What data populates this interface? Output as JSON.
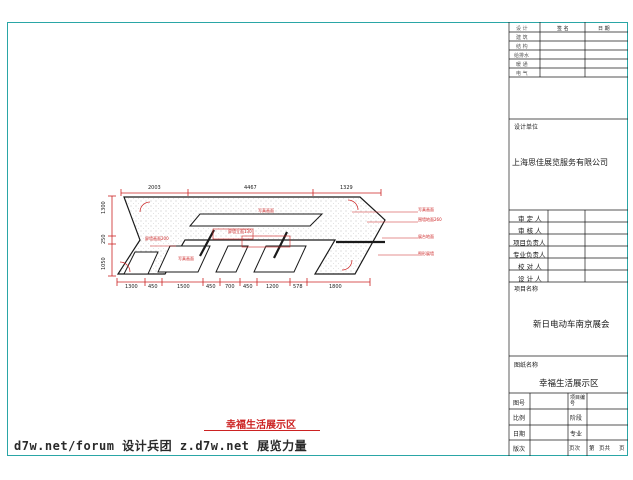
{
  "colors": {
    "frame": "#2aa6a6",
    "dim": "#cc2222",
    "plan": "#1a1a1a",
    "hatch": "#9a9a9a",
    "label": "#cc2222"
  },
  "dimensions": {
    "top": [
      "2003",
      "4467",
      "1329"
    ],
    "bottom": [
      "1300",
      "450",
      "1500",
      "450",
      "700",
      "450",
      "1200",
      "578",
      "1800"
    ],
    "left": [
      "1300",
      "250",
      "1050"
    ]
  },
  "labels": {
    "right_1": "写真画面",
    "right_2": "围墙地面260",
    "right_3": "展台地面",
    "right_4": "图形展墙",
    "left_mid": "屏墙画面200",
    "small_1": "写真画面",
    "small_2": "屏墙立面130",
    "small_3": "写真画面"
  },
  "drawing_title": "幸福生活展示区",
  "title_block": {
    "sign_rows": [
      "设 计",
      "建 筑",
      "结 构",
      "给排水",
      "暖 通",
      "电 气"
    ],
    "sign_header_name": "签 名",
    "sign_header_date": "日 期",
    "design_unit_label": "设计单位",
    "design_unit": "上海思佳展览服务有限公司",
    "approval_rows": [
      "审 定 人",
      "审 核 人",
      "项目负责人",
      "专业负责人",
      "校 对 人",
      "设 计 人"
    ],
    "project_label": "项目名称",
    "project_name": "新日电动车南京展会",
    "drawing_name_label": "图纸名称",
    "drawing_name": "幸福生活展示区",
    "bottom": {
      "tuhao": "图号",
      "xiangmu_bianhao": "项目编号",
      "bili": "比例",
      "jieduan": "阶段",
      "riqi": "日期",
      "zhuanye": "专业",
      "banci": "版次",
      "yeci": "页次",
      "di": "第",
      "ye_gong": "页共",
      "ye": "页"
    }
  },
  "watermark": "d7w.net/forum 设计兵团 z.d7w.net 展览力量"
}
